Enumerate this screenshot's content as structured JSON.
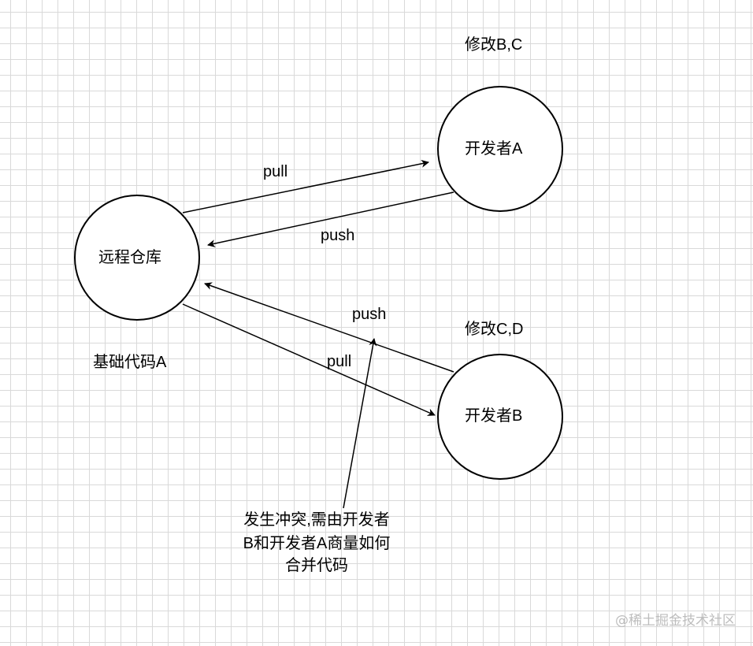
{
  "nodes": {
    "remote": "远程仓库",
    "dev_a": "开发者A",
    "dev_b": "开发者B"
  },
  "edges": {
    "pull_a": "pull",
    "push_a": "push",
    "push_b": "push",
    "pull_b": "pull"
  },
  "annotations": {
    "base_code": "基础代码A",
    "modify_a": "修改B,C",
    "modify_b": "修改C,D",
    "conflict_lines": [
      "发生冲突,需由开发者",
      "B和开发者A商量如何",
      "合并代码"
    ]
  },
  "watermark": "@稀土掘金技术社区"
}
